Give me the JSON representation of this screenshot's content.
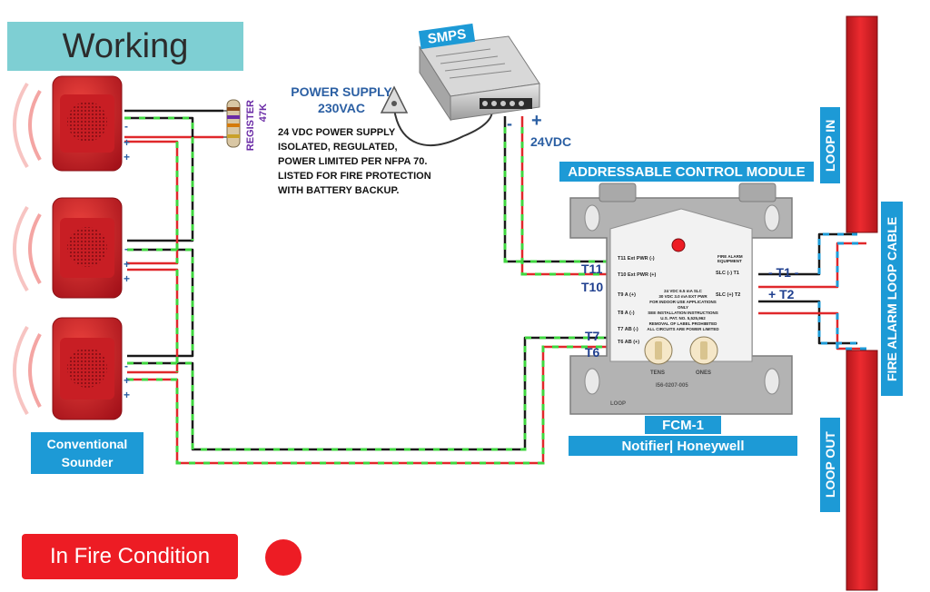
{
  "title": "Working",
  "fire_button": "In Fire Condition",
  "smps_label": "SMPS",
  "power_supply": {
    "line1": "POWER SUPPLY",
    "line2": "230VAC"
  },
  "supply_note": [
    "24 VDC POWER SUPPLY",
    "ISOLATED, REGULATED,",
    "POWER LIMITED PER NFPA 70.",
    "LISTED FOR FIRE PROTECTION",
    "WITH BATTERY BACKUP."
  ],
  "smps_output": "24VDC",
  "minus": "-",
  "plus": "+",
  "resistor": {
    "value": "47K",
    "name": "REGISTER"
  },
  "module_title": "ADDRESSABLE CONTROL MODULE",
  "terminals": {
    "t11": "T11",
    "t10": "T10",
    "t7": "T7",
    "t6": "T6",
    "t1": "- T1 -",
    "t2": "+ T2"
  },
  "module_name": "FCM-1",
  "brand": "Notifier| Honeywell",
  "sounder_label": [
    "Conventional",
    "Sounder"
  ],
  "loop_in": "LOOP IN",
  "loop_out": "LOOP OUT",
  "loop_cable": "FIRE ALARM LOOP CABLE",
  "module_print": {
    "t11_ext": "T11 Ext PWR (-)",
    "t10_ext": "T10 Ext PWR (+)",
    "slc_t1": "SLC (-) T1",
    "slc_t2": "SLC (+) T2",
    "fire_alarm_equipment": "FIRE ALARM EQUIPMENT",
    "t9": "T9 A (+)",
    "t8": "T8 A (-)",
    "t7_ab": "T7 AB (-)",
    "t6_ab": "T6 AB (+)",
    "tens": "TENS",
    "ones": "ONES",
    "loop": "LOOP",
    "part": "I56-0207-005",
    "info": [
      "24 VDC 6.5 mA SLC",
      "30 VDC 3.0 mA EXT PWR",
      "FOR INDOOR USE APPLICATIONS ONLY",
      "SEE INSTALLATION INSTRUCTIONS",
      "U.S. PAT. NO. 5,525,962",
      "REMOVAL OF LABEL PROHIBITED",
      "ALL CIRCUITS ARE POWER LIMITED"
    ]
  },
  "colors": {
    "title_bg": "#7ecfd3",
    "fire_button": "#ed1c24",
    "label_blue": "#1d9ad6",
    "loop_red": "#e5262b",
    "wire_red": "#e0282b",
    "wire_black": "#1a1a1a",
    "wire_green": "#3fd63f",
    "module_grey": "#b3b3b3",
    "sounder_red": "#d62528"
  }
}
